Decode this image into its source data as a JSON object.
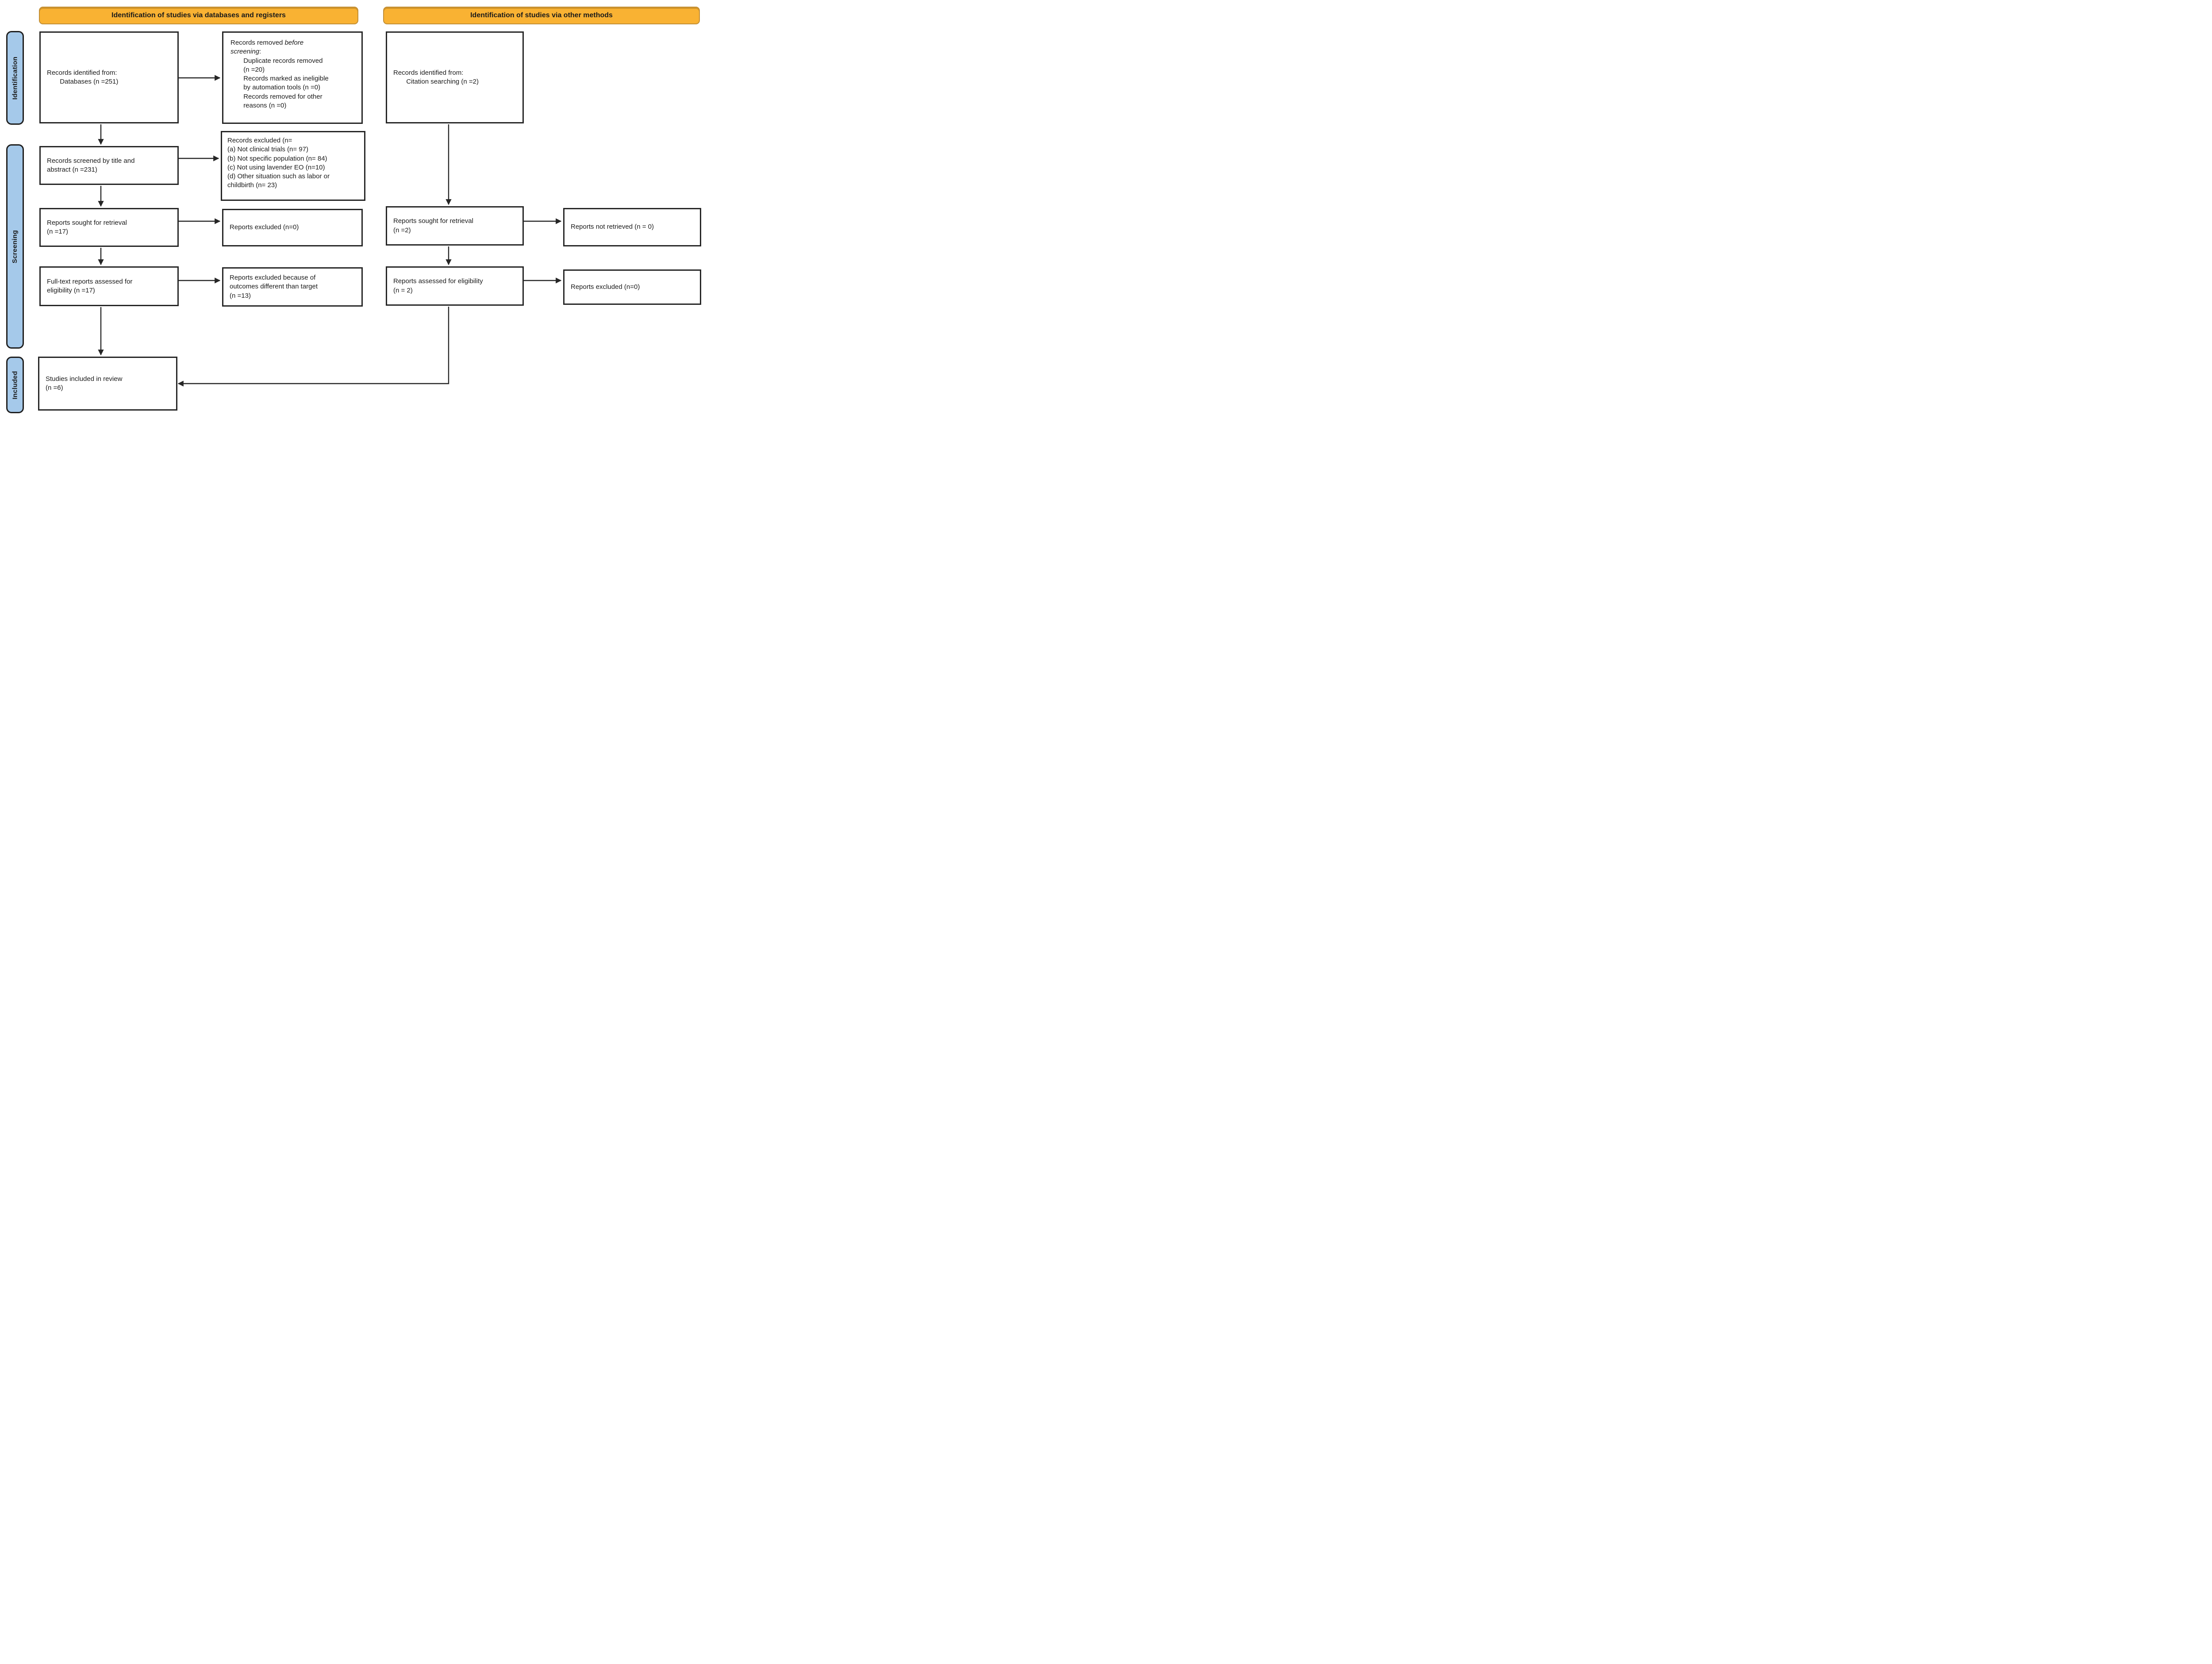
{
  "banners": {
    "left": "Identification of studies via databases and registers",
    "right": "Identification of studies via other methods"
  },
  "sidebar": {
    "identification": "Identification",
    "screening": "Screening",
    "included": "Included"
  },
  "colors": {
    "banner_fill": "#F9B233",
    "banner_border": "#C18E35",
    "sidebar_fill": "#A5C9EA",
    "sidebar_border": "#1F1F1F",
    "box_border": "#262626",
    "text": "#1A1A1A"
  },
  "boxes": {
    "records_identified_databases": {
      "text": "Records identified from:\n       Databases (n =251)"
    },
    "records_removed_before_screening": {
      "segments": [
        {
          "text": "Records removed ",
          "italic": false
        },
        {
          "text": "before\nscreening",
          "italic": true
        },
        {
          "text": ":\n       Duplicate records removed\n       (n =20)\n       Records marked as ineligible\n       by automation tools (n =0)\n       Records removed for other\n       reasons (n =0)",
          "italic": false
        }
      ]
    },
    "records_identified_citation": {
      "text": "Records identified from:\n       Citation searching (n =2)"
    },
    "records_screened": {
      "text": "Records screened by title and\nabstract (n =231)"
    },
    "records_excluded": {
      "text": "Records excluded (n=\n(a) Not clinical trials (n= 97)\n(b) Not specific population (n= 84)\n(c) Not using lavender EO (n=10)\n(d) Other situation such as labor or\nchildbirth (n= 23)"
    },
    "reports_sought_databases": {
      "text": "Reports sought for retrieval\n(n =17)"
    },
    "reports_excluded_databases": {
      "text": "Reports excluded (n=0)"
    },
    "reports_sought_other": {
      "text": "Reports sought for retrieval\n(n =2)"
    },
    "reports_not_retrieved_other": {
      "text": "Reports not retrieved (n = 0)"
    },
    "fulltext_assessed": {
      "text": "Full-text reports assessed for\neligibility (n =17)"
    },
    "reports_excluded_outcomes": {
      "text": "Reports excluded because of\noutcomes different than target\n(n =13)"
    },
    "reports_assessed_other": {
      "text": "Reports assessed for eligibility\n(n = 2)"
    },
    "reports_excluded_other": {
      "text": "Reports excluded (n=0)"
    },
    "studies_included": {
      "text": "Studies included in review\n(n =6)"
    }
  }
}
